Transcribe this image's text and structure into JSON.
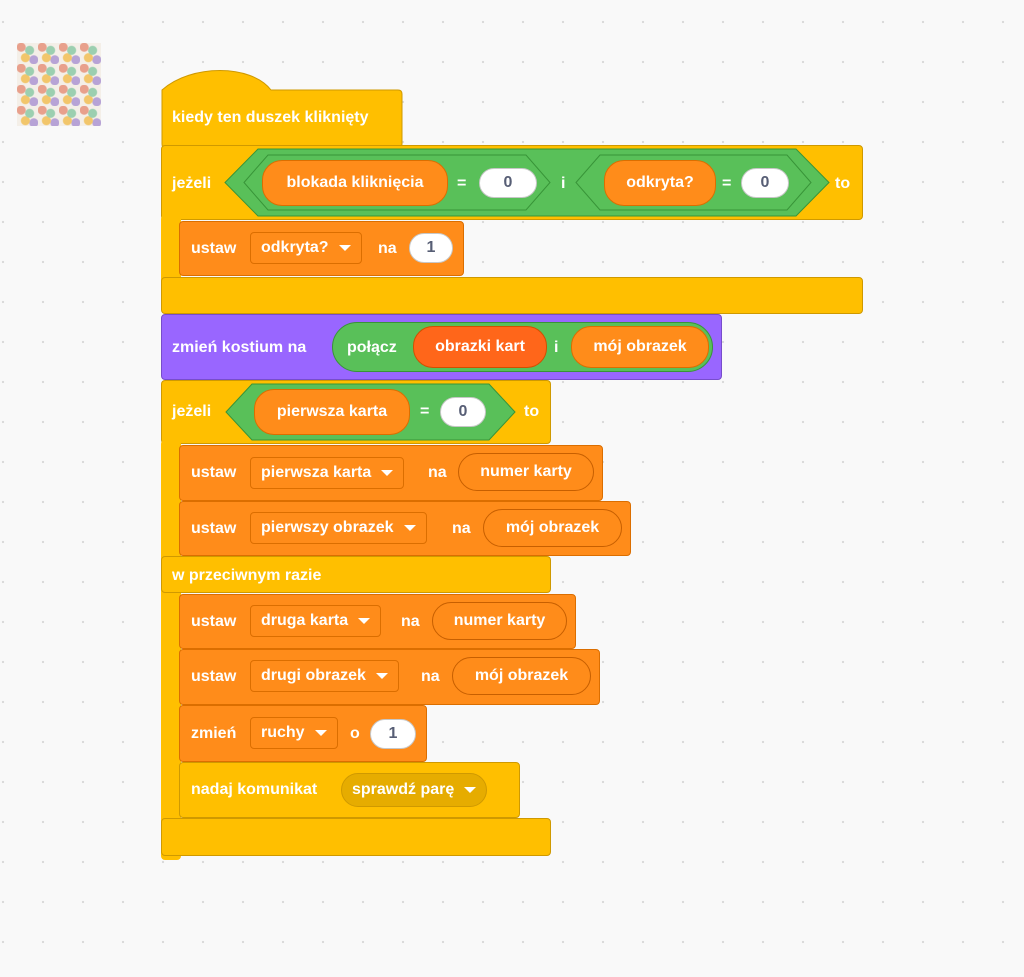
{
  "hat": {
    "label": "kiedy ten duszek kliknięty"
  },
  "if1": {
    "keyword": "jeżeli",
    "then": "to",
    "left_var": "blokada kliknięcia",
    "left_eq": "=",
    "left_val": "0",
    "and": "i",
    "right_var": "odkryta?",
    "right_eq": "=",
    "right_val": "0",
    "set": {
      "verb": "ustaw",
      "var": "odkryta?",
      "to": "na",
      "value": "1"
    }
  },
  "costume": {
    "label": "zmień kostium na",
    "join": "połącz",
    "part1": "obrazki kart",
    "and": "i",
    "part2": "mój obrazek"
  },
  "if2": {
    "keyword": "jeżeli",
    "then": "to",
    "cond_var": "pierwsza karta",
    "cond_eq": "=",
    "cond_val": "0",
    "set1": {
      "verb": "ustaw",
      "var": "pierwsza karta",
      "to": "na",
      "value": "numer karty"
    },
    "set2": {
      "verb": "ustaw",
      "var": "pierwszy obrazek",
      "to": "na",
      "value": "mój obrazek"
    },
    "else": "w przeciwnym razie",
    "set3": {
      "verb": "ustaw",
      "var": "druga karta",
      "to": "na",
      "value": "numer karty"
    },
    "set4": {
      "verb": "ustaw",
      "var": "drugi obrazek",
      "to": "na",
      "value": "mój obrazek"
    },
    "change": {
      "verb": "zmień",
      "var": "ruchy",
      "by": "o",
      "value": "1"
    },
    "broadcast": {
      "label": "nadaj komunikat",
      "message": "sprawdź parę"
    }
  },
  "colors": {
    "control": "#ffbf00",
    "variables": "#ff8c1a",
    "looks": "#9966ff",
    "operators": "#59c059"
  }
}
